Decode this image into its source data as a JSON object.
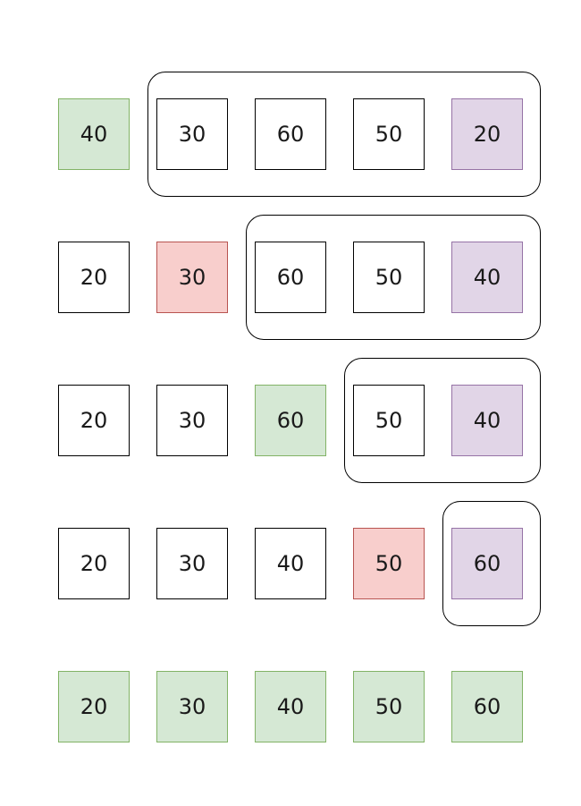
{
  "colors": {
    "default_fill": "#ffffff",
    "default_stroke": "#000000",
    "green_fill": "#d5e8d4",
    "green_stroke": "#82b366",
    "red_fill": "#f8cecc",
    "red_stroke": "#b85450",
    "purple_fill": "#e1d5e7",
    "purple_stroke": "#9673a6"
  },
  "rows": [
    {
      "cells": [
        {
          "value": "40",
          "style": "green"
        },
        {
          "value": "30",
          "style": "plain"
        },
        {
          "value": "60",
          "style": "plain"
        },
        {
          "value": "50",
          "style": "plain"
        },
        {
          "value": "20",
          "style": "purple"
        }
      ],
      "group_start_index": 1
    },
    {
      "cells": [
        {
          "value": "20",
          "style": "plain"
        },
        {
          "value": "30",
          "style": "red"
        },
        {
          "value": "60",
          "style": "plain"
        },
        {
          "value": "50",
          "style": "plain"
        },
        {
          "value": "40",
          "style": "purple"
        }
      ],
      "group_start_index": 2
    },
    {
      "cells": [
        {
          "value": "20",
          "style": "plain"
        },
        {
          "value": "30",
          "style": "plain"
        },
        {
          "value": "60",
          "style": "green"
        },
        {
          "value": "50",
          "style": "plain"
        },
        {
          "value": "40",
          "style": "purple"
        }
      ],
      "group_start_index": 3
    },
    {
      "cells": [
        {
          "value": "20",
          "style": "plain"
        },
        {
          "value": "30",
          "style": "plain"
        },
        {
          "value": "40",
          "style": "plain"
        },
        {
          "value": "50",
          "style": "red"
        },
        {
          "value": "60",
          "style": "purple"
        }
      ],
      "group_start_index": 4
    },
    {
      "cells": [
        {
          "value": "20",
          "style": "green"
        },
        {
          "value": "30",
          "style": "green"
        },
        {
          "value": "40",
          "style": "green"
        },
        {
          "value": "50",
          "style": "green"
        },
        {
          "value": "60",
          "style": "green"
        }
      ],
      "group_start_index": null
    }
  ]
}
